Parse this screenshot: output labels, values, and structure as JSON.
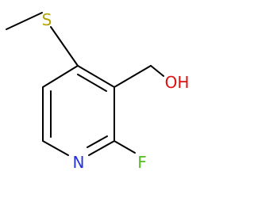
{
  "molecule": {
    "atoms": {
      "sulfur": {
        "symbol": "S",
        "color": "#B2A200"
      },
      "nitrogen": {
        "symbol": "N",
        "color": "#2233DD"
      },
      "fluorine": {
        "symbol": "F",
        "color": "#55BB22"
      },
      "hydroxyl": {
        "symbol": "OH",
        "color": "#DD1111"
      }
    },
    "bond_color": "#000000"
  }
}
